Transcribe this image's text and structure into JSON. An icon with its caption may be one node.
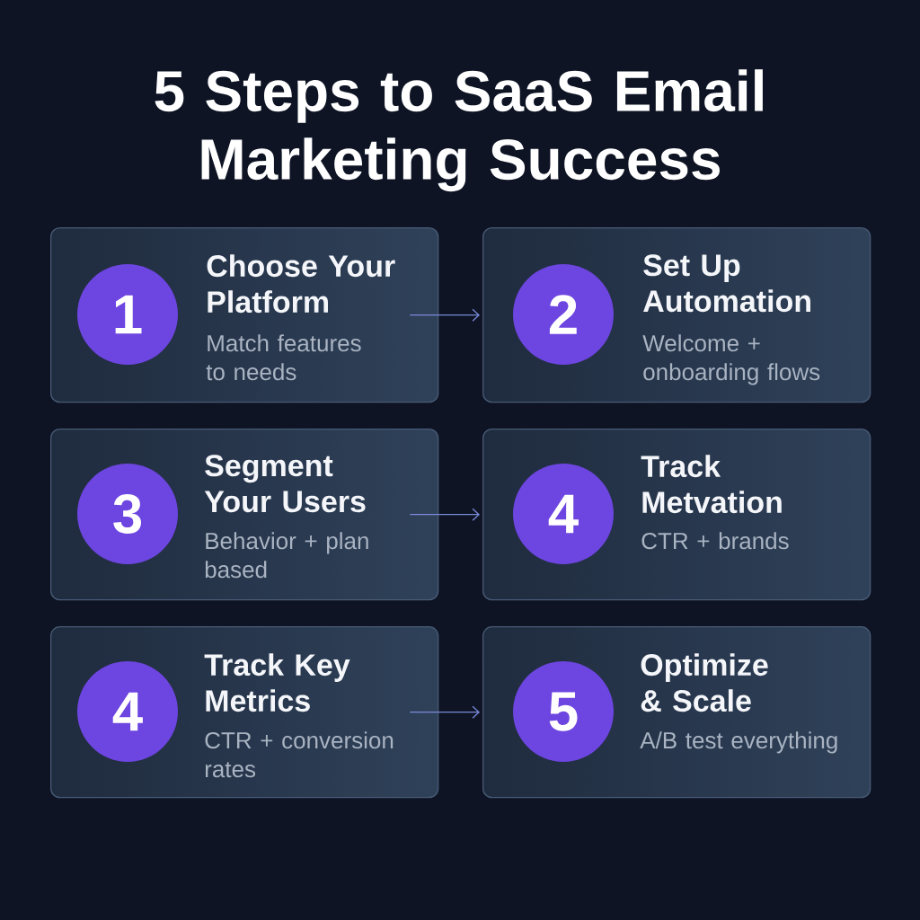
{
  "diagram": {
    "title": "5 Steps to SaaS Email Marketing Success",
    "nodes": [
      {
        "text": [
          "Choose Your Platform",
          "Match features to needs"
        ]
      },
      {
        "text": [
          "1"
        ],
        "in": 0
      },
      {
        "text": [
          "Set Up Automation",
          "Welcome + onboarding flows"
        ]
      },
      {
        "text": [
          "2"
        ],
        "in": 2
      },
      {
        "text": [
          "Segment Your Users",
          "Behavior + plan based"
        ]
      },
      {
        "text": [
          "3"
        ],
        "in": 4
      },
      {
        "text": [
          "Track Metvation",
          "CTR + brands"
        ]
      },
      {
        "text": [
          "4"
        ],
        "in": 6
      },
      {
        "text": [
          "Track Key Metrics",
          "CTR + conversion rates"
        ]
      },
      {
        "text": [
          "4"
        ],
        "in": 8
      },
      {
        "text": [
          "Optimize & Scale",
          "A/B test everything"
        ]
      },
      {
        "text": [
          "5"
        ],
        "in": 10
      }
    ],
    "edges": [
      {
        "from": 0,
        "to": 2,
        "arrow": "to"
      },
      {
        "from": 4,
        "to": 6,
        "arrow": "to"
      },
      {
        "from": 8,
        "to": 10,
        "arrow": "to"
      }
    ]
  }
}
